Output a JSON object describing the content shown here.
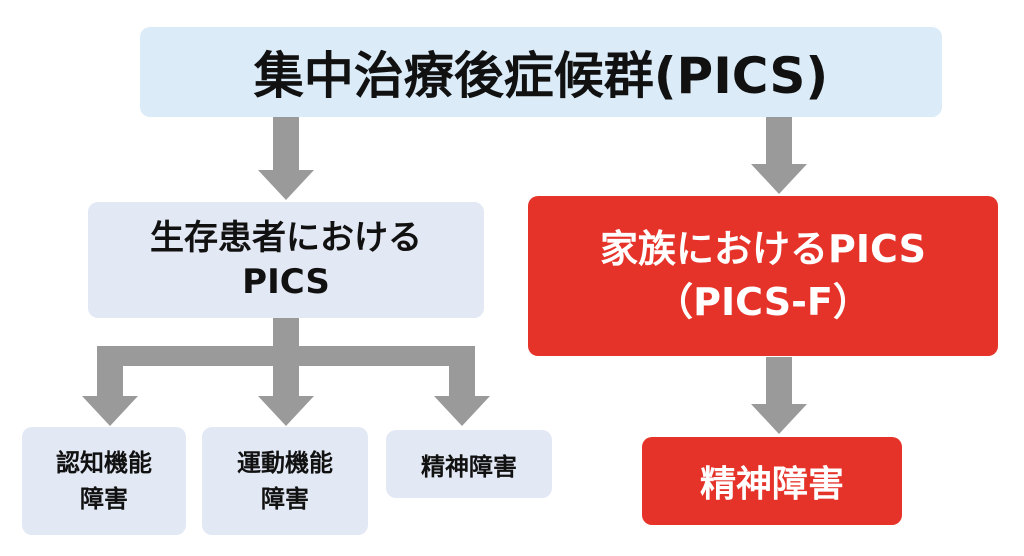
{
  "diagram": {
    "root": {
      "label": "集中治療後症候群(PICS)"
    },
    "patient": {
      "line1": "生存患者における",
      "line2": "PICS"
    },
    "family": {
      "line1": "家族におけるPICS",
      "line2": "（PICS-F）"
    },
    "patient_children": [
      {
        "line1": "認知機能",
        "line2": "障害"
      },
      {
        "line1": "運動機能",
        "line2": "障害"
      },
      {
        "line1": "精神障害"
      }
    ],
    "family_child": {
      "label": "精神障害"
    },
    "colors": {
      "root_fill": "#dbecf8",
      "node_fill": "#e2e8f4",
      "family_fill": "#e5332a",
      "arrow": "#9a9a9a",
      "family_text": "#ffffff"
    }
  }
}
